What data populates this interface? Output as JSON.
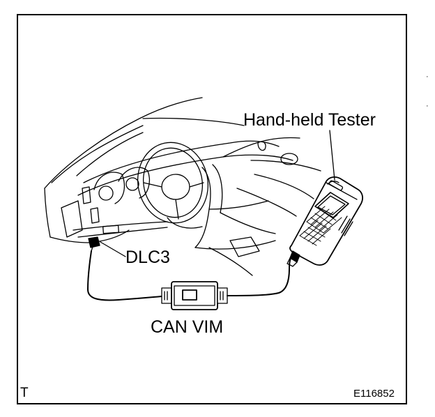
{
  "labels": {
    "tester": "Hand-held Tester",
    "dlc3": "DLC3",
    "vim": "CAN VIM",
    "corner": "T",
    "code": "E116852"
  }
}
